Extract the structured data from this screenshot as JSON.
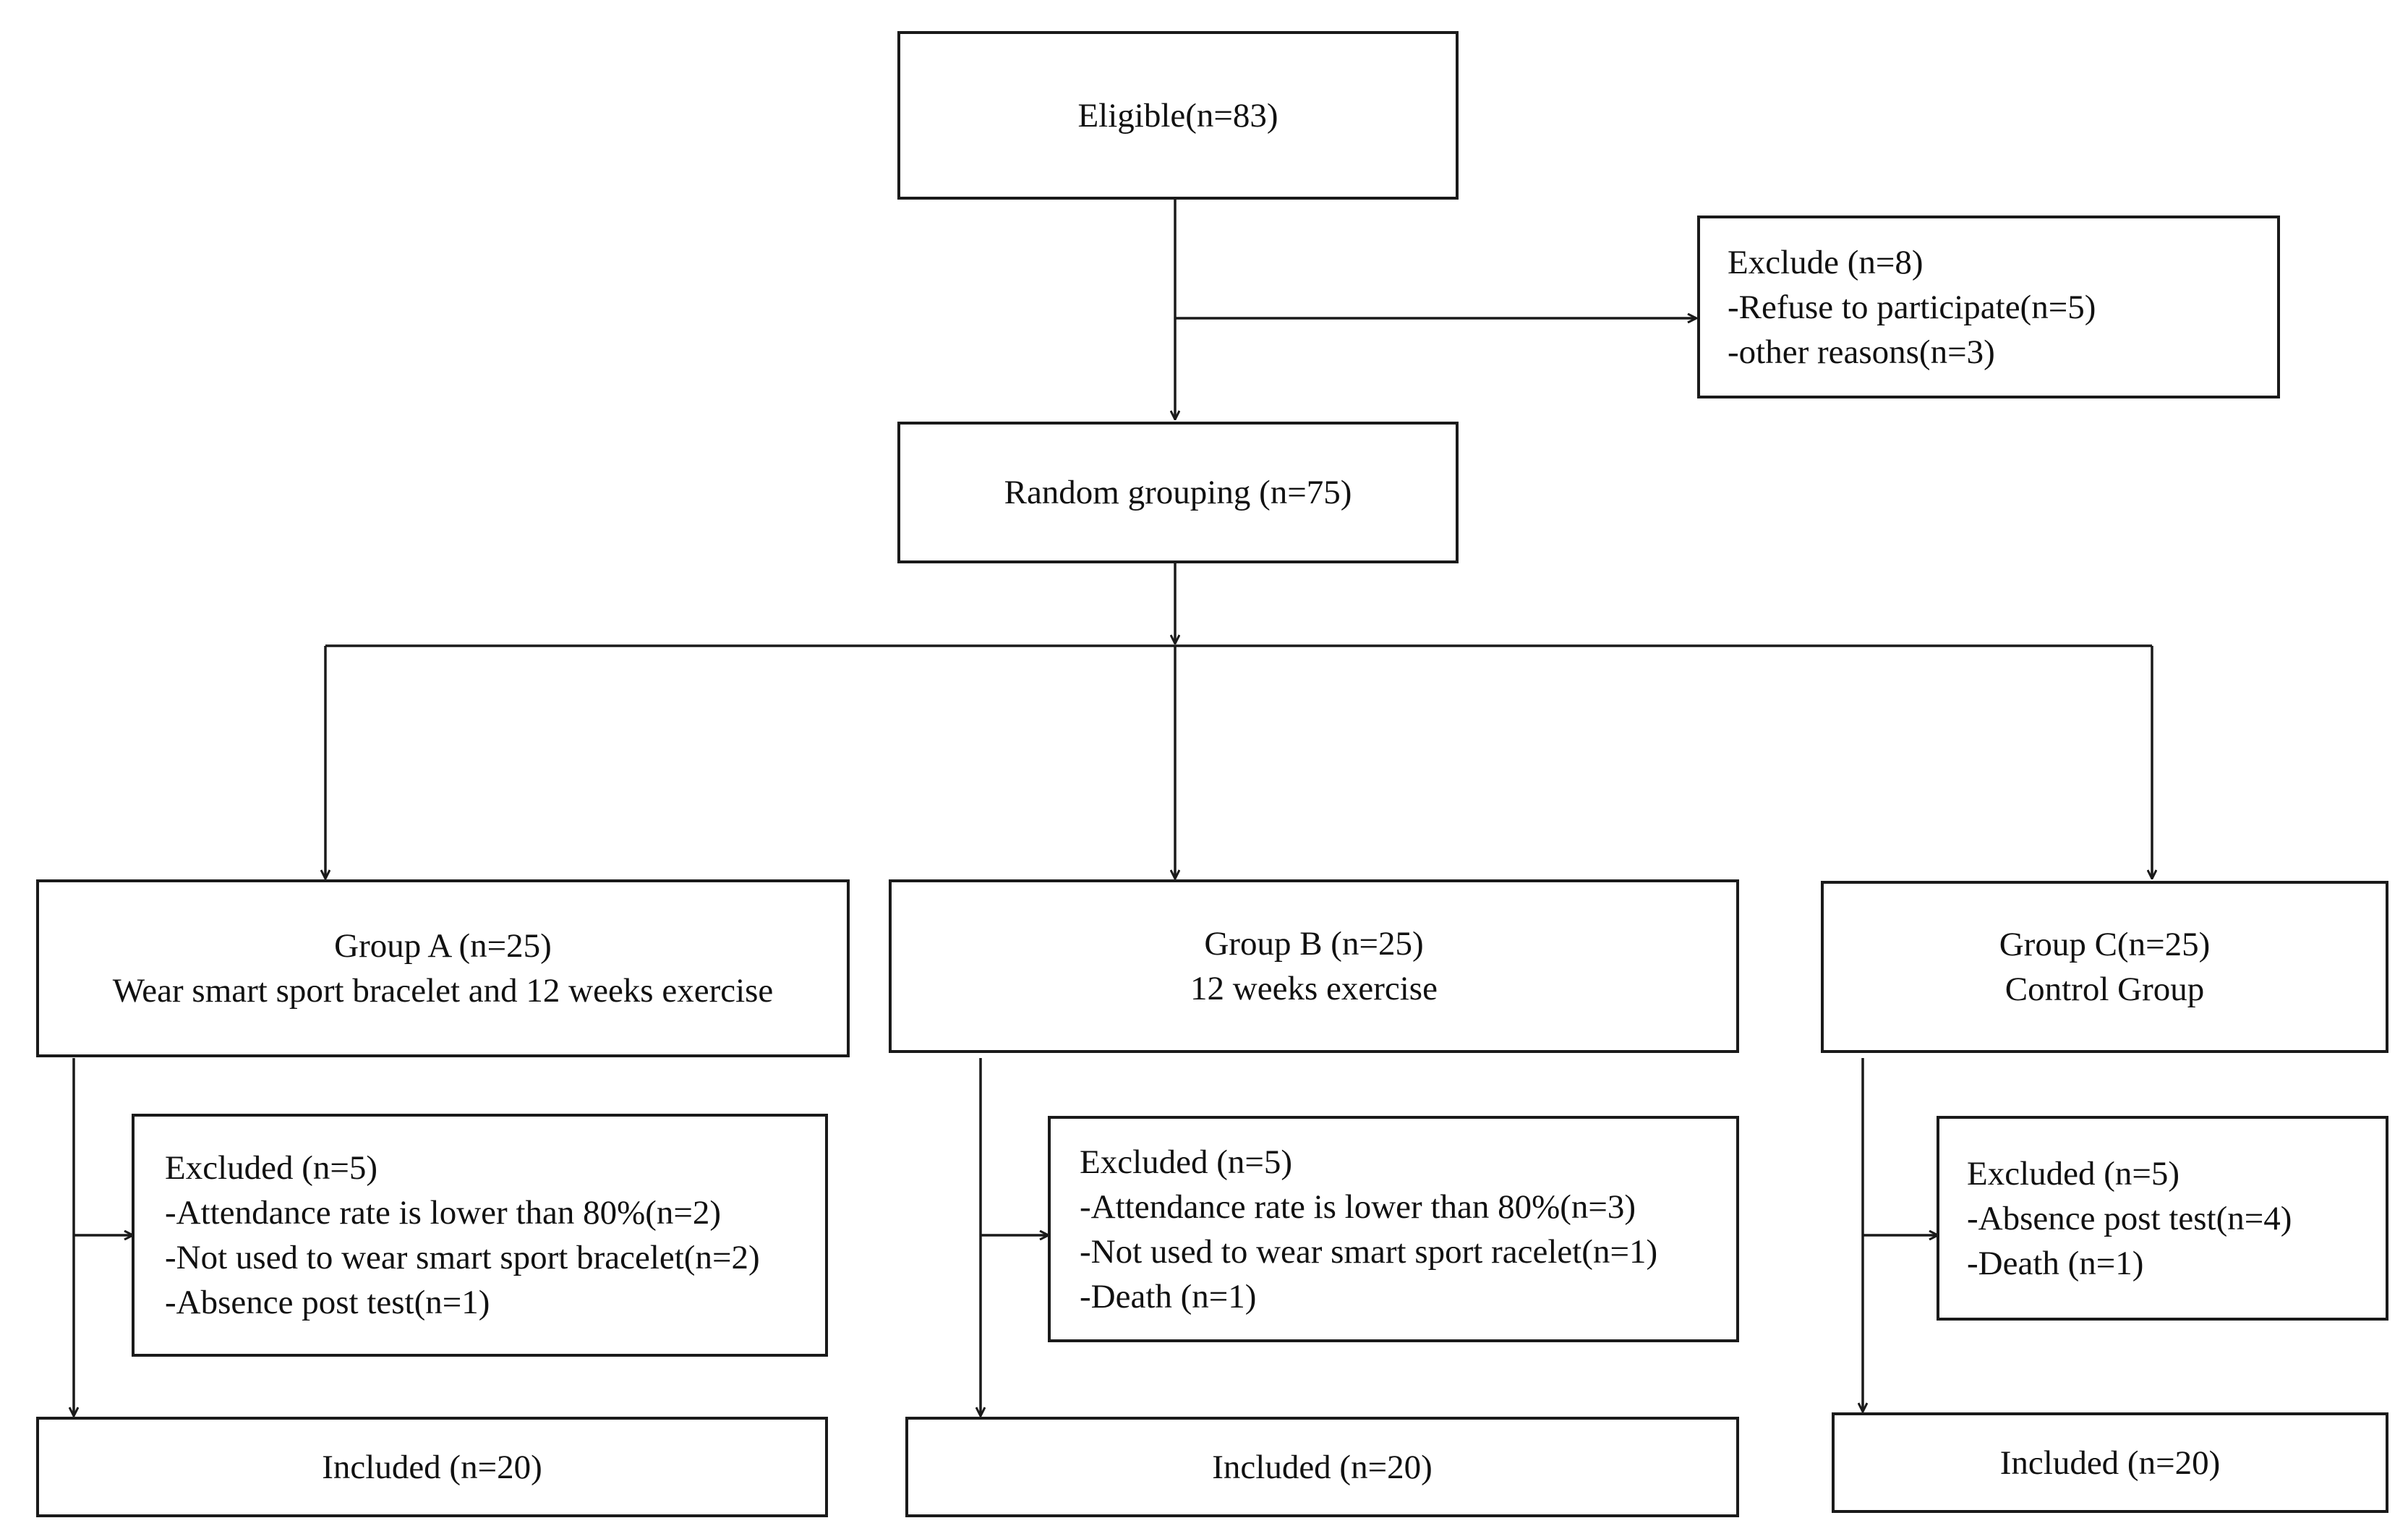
{
  "eligible": {
    "label": "Eligible(n=83)"
  },
  "exclude": {
    "title": "Exclude (n=8)",
    "reasons": [
      "-Refuse to participate(n=5)",
      "-other reasons(n=3)"
    ]
  },
  "random": {
    "label": "Random grouping (n=75)"
  },
  "groups": [
    {
      "title": "Group A (n=25)",
      "subtitle": "Wear smart sport bracelet and 12 weeks exercise",
      "excluded": {
        "title": "Excluded (n=5)",
        "reasons": [
          "-Attendance rate is lower than 80%(n=2)",
          "-Not used to wear smart sport bracelet(n=2)",
          "-Absence post test(n=1)"
        ]
      },
      "included": "Included (n=20)"
    },
    {
      "title": "Group B (n=25)",
      "subtitle": "12 weeks exercise",
      "excluded": {
        "title": "Excluded (n=5)",
        "reasons": [
          "-Attendance rate is lower than 80%(n=3)",
          "-Not used to wear smart sport racelet(n=1)",
          "-Death (n=1)"
        ]
      },
      "included": "Included (n=20)"
    },
    {
      "title": "Group C(n=25)",
      "subtitle": "Control Group",
      "excluded": {
        "title": "Excluded (n=5)",
        "reasons": [
          "-Absence post test(n=4)",
          "-Death (n=1)"
        ]
      },
      "included": "Included (n=20)"
    }
  ]
}
